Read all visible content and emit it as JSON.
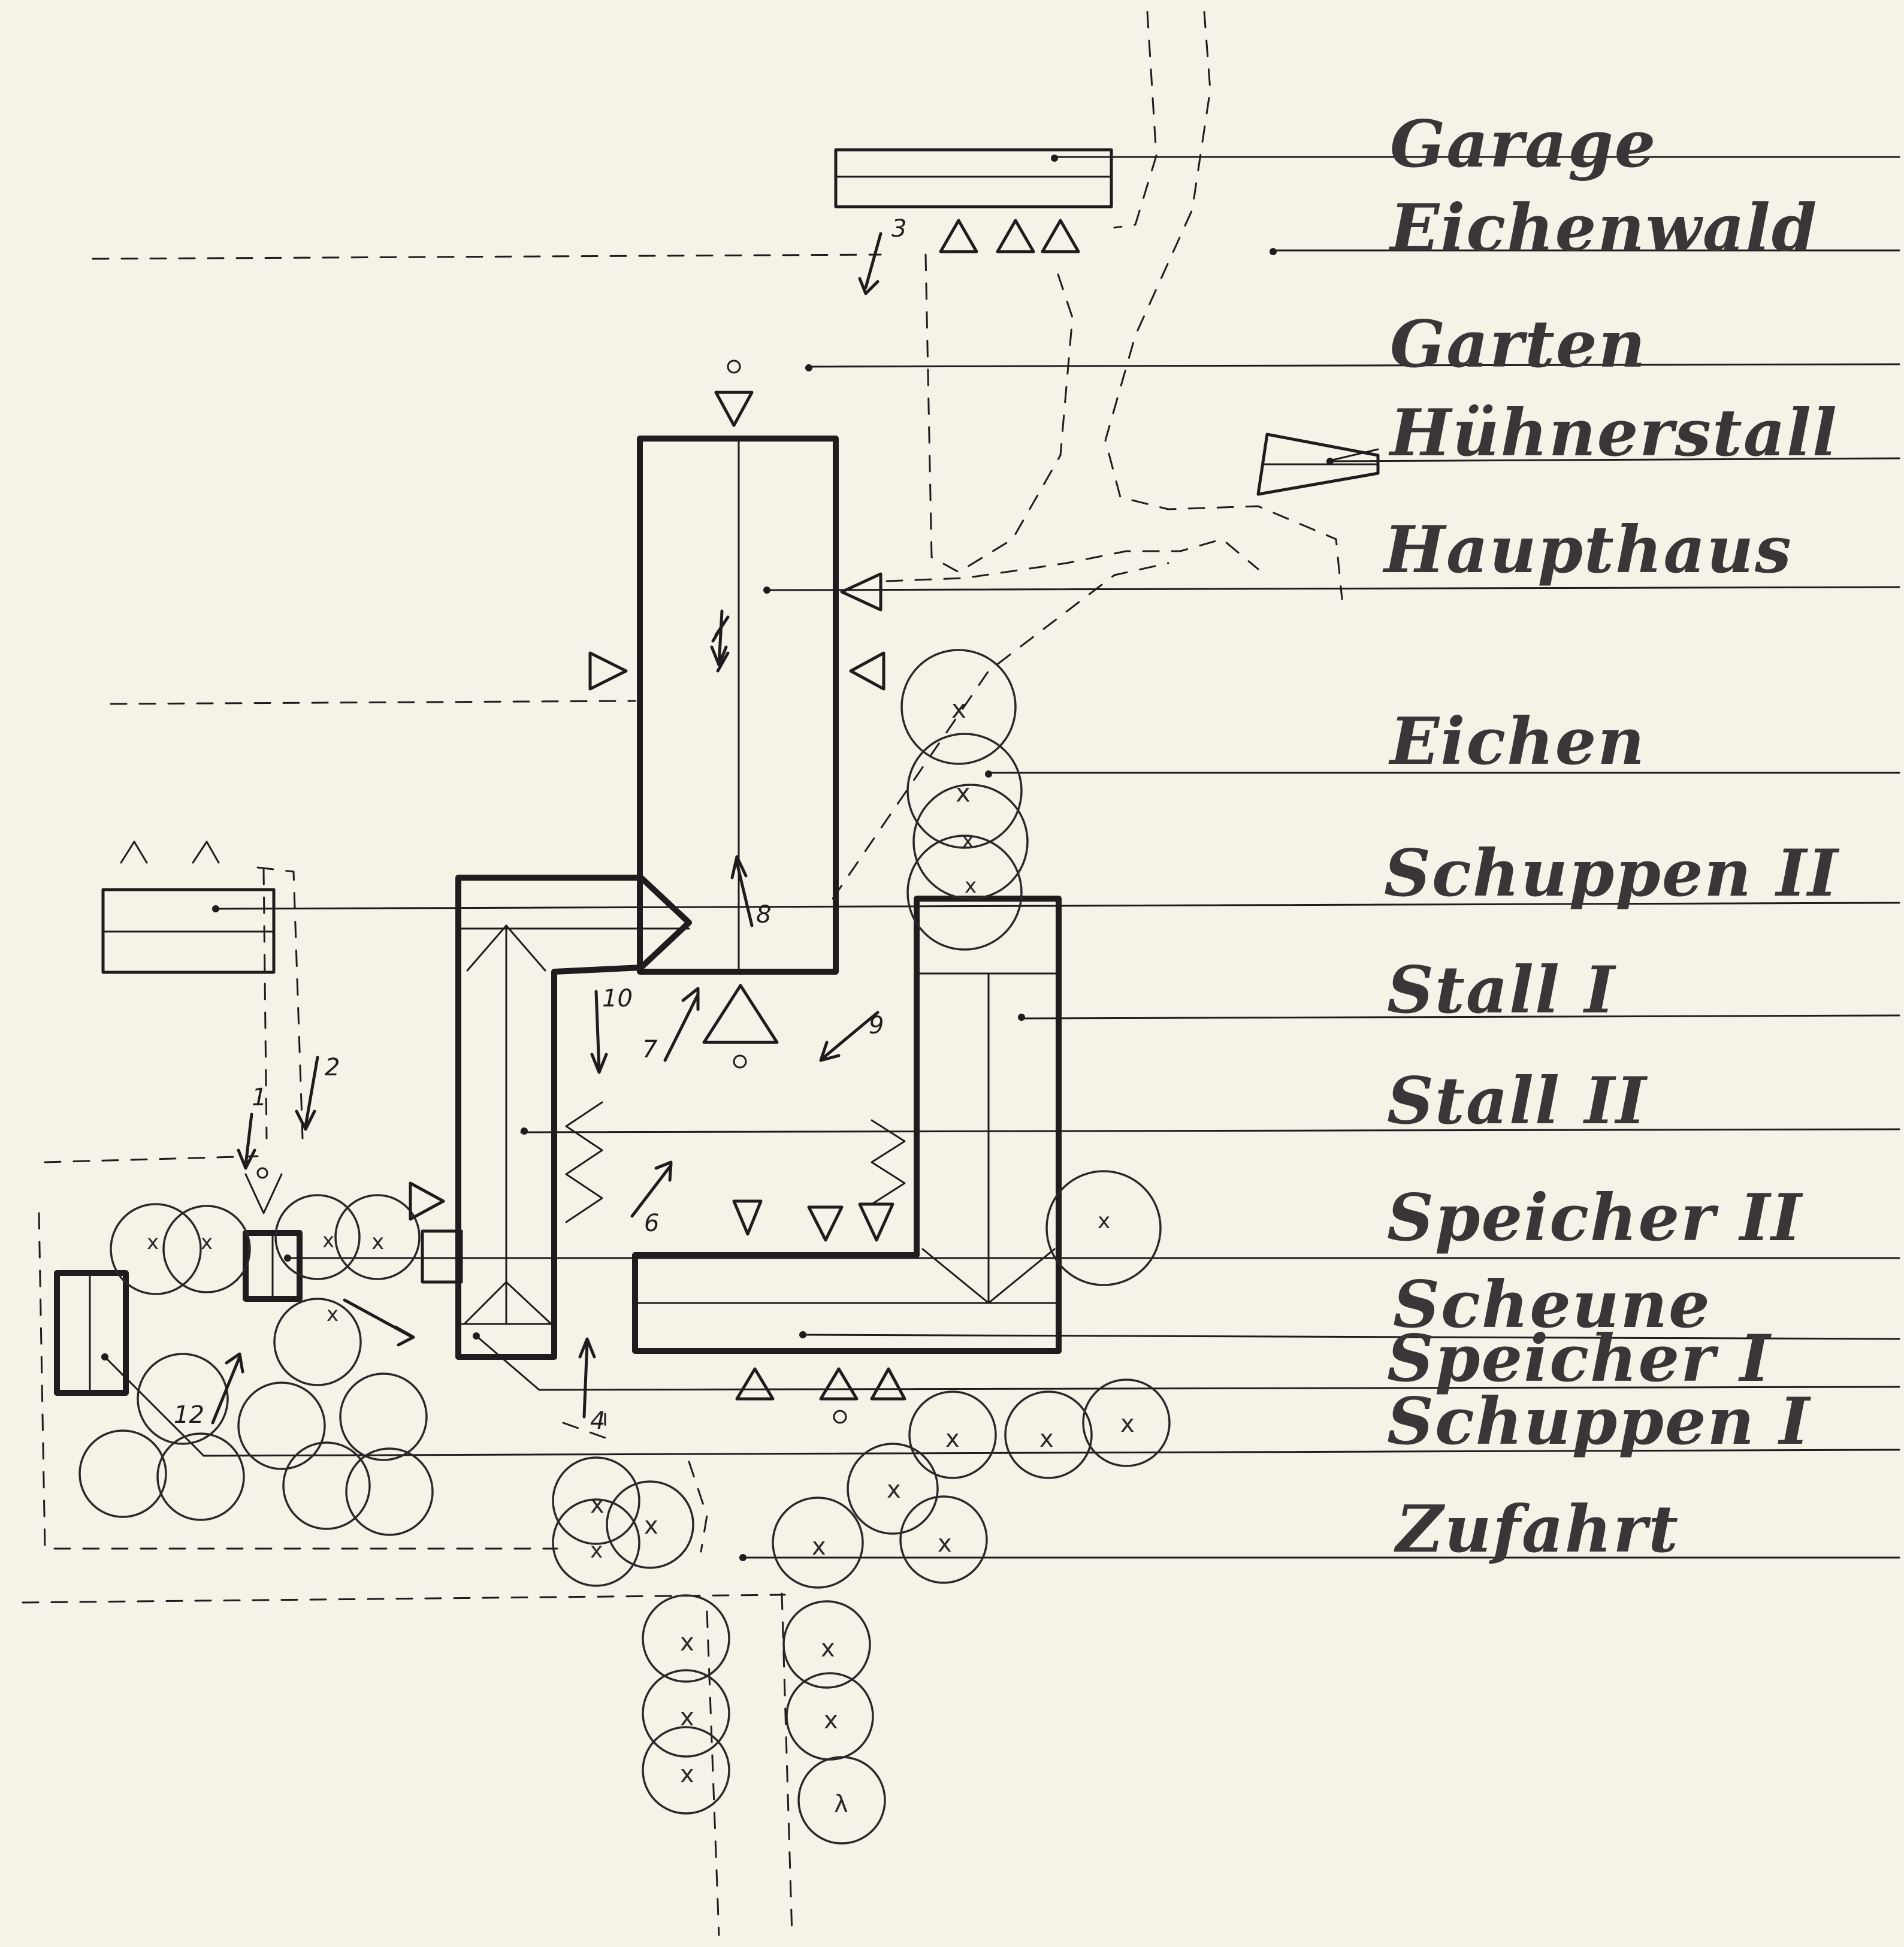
{
  "legend": [
    {
      "key": "garage",
      "label": "Garage"
    },
    {
      "key": "eichenwald",
      "label": "Eichenwald"
    },
    {
      "key": "garten",
      "label": "Garten"
    },
    {
      "key": "huehnerstall",
      "label": "Hühnerstall"
    },
    {
      "key": "haupthaus",
      "label": "Haupthaus"
    },
    {
      "key": "eichen",
      "label": "Eichen"
    },
    {
      "key": "schuppen_2",
      "label": "Schuppen II"
    },
    {
      "key": "stall_1",
      "label": "Stall I"
    },
    {
      "key": "stall_2",
      "label": "Stall II"
    },
    {
      "key": "speicher_2",
      "label": "Speicher II"
    },
    {
      "key": "scheune",
      "label": "Scheune"
    },
    {
      "key": "speicher_1",
      "label": "Speicher I"
    },
    {
      "key": "schuppen_1",
      "label": "Schuppen I"
    },
    {
      "key": "zufahrt",
      "label": "Zufahrt"
    }
  ],
  "viewpoints": [
    "1",
    "2",
    "3",
    "4",
    "6",
    "7",
    "8",
    "9",
    "10",
    "12"
  ],
  "colors": {
    "paper": "#f5f2e8",
    "ink": "#1e1c1d",
    "legend_ink": "#3a3537"
  }
}
